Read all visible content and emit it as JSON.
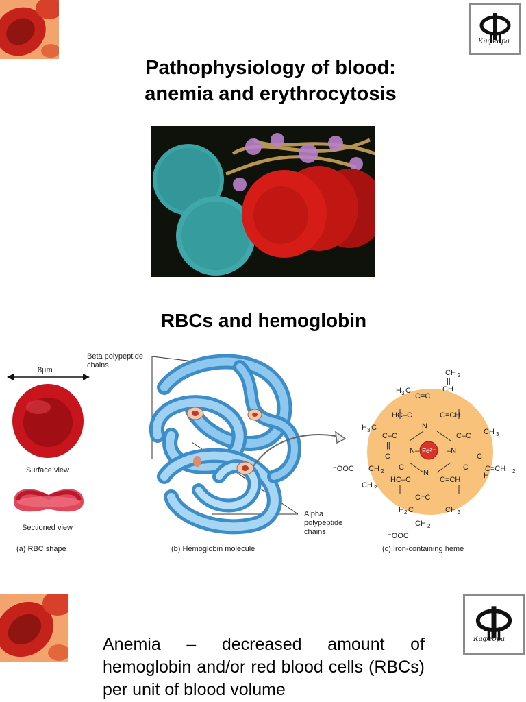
{
  "slide1": {
    "title_line1": "Pathophysiology of blood:",
    "title_line2": "anemia and erythrocytosis"
  },
  "slide2": {
    "title": "RBCs and hemoglobin",
    "rbc": {
      "size_label": "8µm",
      "surface_view": "Surface view",
      "sectioned_view": "Sectioned view",
      "caption": "(a) RBC shape"
    },
    "hemoglobin": {
      "beta_label_line1": "Beta polypeptide",
      "beta_label_line2": "chains",
      "alpha_label_line1": "Alpha",
      "alpha_label_line2": "polypeptide",
      "alpha_label_line3": "chains",
      "caption": "(b) Hemoglobin molecule"
    },
    "heme": {
      "caption": "(c) Iron-containing heme"
    }
  },
  "slide3": {
    "definition": "Anemia – decreased amount of hemoglobin and/or red blood cells (RBCs) per unit of blood volume"
  },
  "logo": {
    "text": "Кафедра"
  },
  "colors": {
    "rbc_red": "#c8141c",
    "hemoglobin_blue": "#5aa6dc",
    "heme_orange": "#f8c27a",
    "logo_border": "#8a8a8a"
  }
}
